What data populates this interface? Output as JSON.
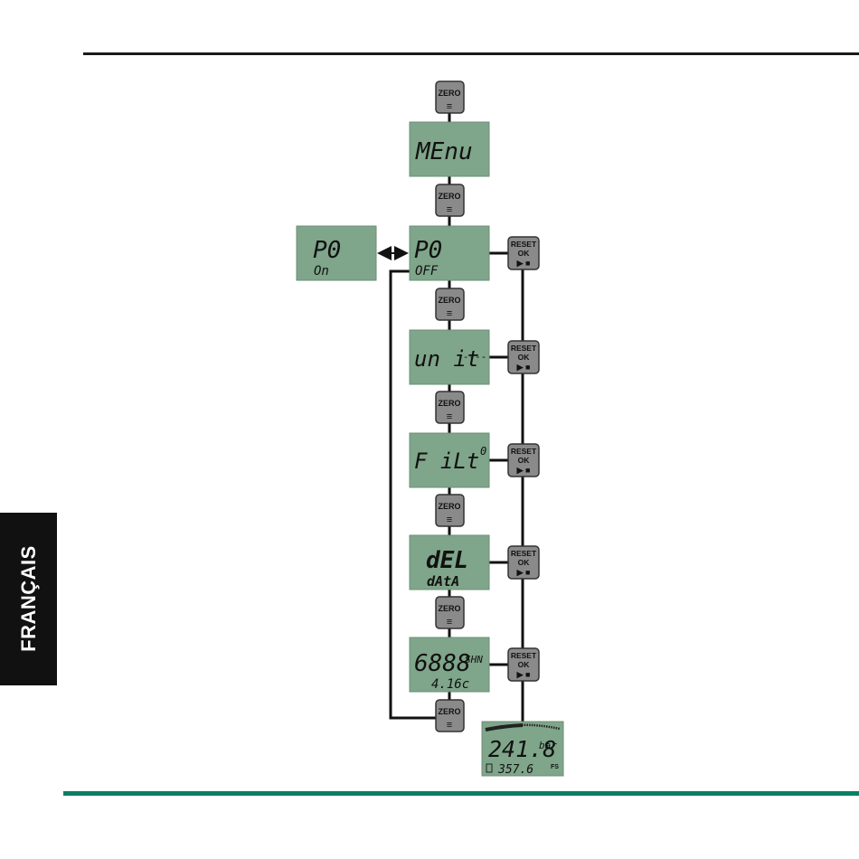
{
  "sidebar": {
    "language": "FRANÇAIS"
  },
  "buttons": {
    "zero_label": "ZERO",
    "zero_symbol": "≡",
    "reset_line1": "RESET",
    "reset_line2": "OK",
    "reset_symbol": "▶ ■"
  },
  "screens": {
    "menu": {
      "line1": "MEnu"
    },
    "p0_on": {
      "line1": "P0",
      "line2": "On"
    },
    "p0_off": {
      "line1": "P0",
      "line2": "OFF"
    },
    "unit": {
      "line1": "un it",
      "suffix": "----"
    },
    "filt": {
      "line1": "F iLt",
      "suffix": "0"
    },
    "del": {
      "line1": "dEL",
      "line2": "dAtA"
    },
    "sn": {
      "line1": "6888",
      "suffix": "SHN",
      "line2": "4.16c"
    },
    "measure": {
      "value": "241.8",
      "unit": "bar",
      "sub_value": "357.6",
      "fs": "FS"
    }
  },
  "colors": {
    "lcd": "#7fa58a",
    "lcd_border": "#6b8f75",
    "button": "#8a8a8a",
    "accent": "#0a7f63"
  }
}
